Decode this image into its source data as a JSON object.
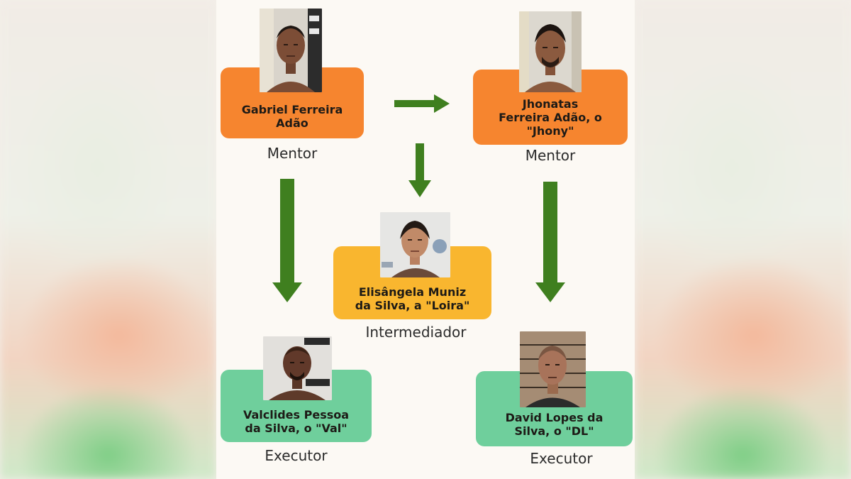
{
  "colors": {
    "mentor_box": "#f6852f",
    "intermediary_box": "#f9b62f",
    "executor_box": "#6fcf9c",
    "arrow": "#3f7f1f",
    "panel_background": "#fcf9f4"
  },
  "nodes": {
    "gabriel": {
      "name": "Gabriel Ferreira\nAdão",
      "role": "Mentor",
      "photo_icon": "mugshot-man-photo"
    },
    "jhonatas": {
      "name": "Jhonatas\nFerreira Adão, o\n\"Jhony\"",
      "role": "Mentor",
      "photo_icon": "mugshot-man-photo"
    },
    "elisangela": {
      "name": "Elisângela Muniz\nda Silva, a \"Loira\"",
      "role": "Intermediador",
      "photo_icon": "mugshot-woman-photo"
    },
    "valclides": {
      "name": "Valclides Pessoa\nda Silva, o \"Val\"",
      "role": "Executor",
      "photo_icon": "mugshot-man-photo"
    },
    "david": {
      "name": "David Lopes da\nSilva, o \"DL\"",
      "role": "Executor",
      "photo_icon": "mugshot-man-photo"
    }
  },
  "edges": [
    {
      "from": "gabriel",
      "to": "jhonatas"
    },
    {
      "from": "gabriel",
      "to": "valclides"
    },
    {
      "from": "jhonatas",
      "to": "david"
    },
    {
      "from": "gabriel",
      "to": "elisangela"
    }
  ]
}
